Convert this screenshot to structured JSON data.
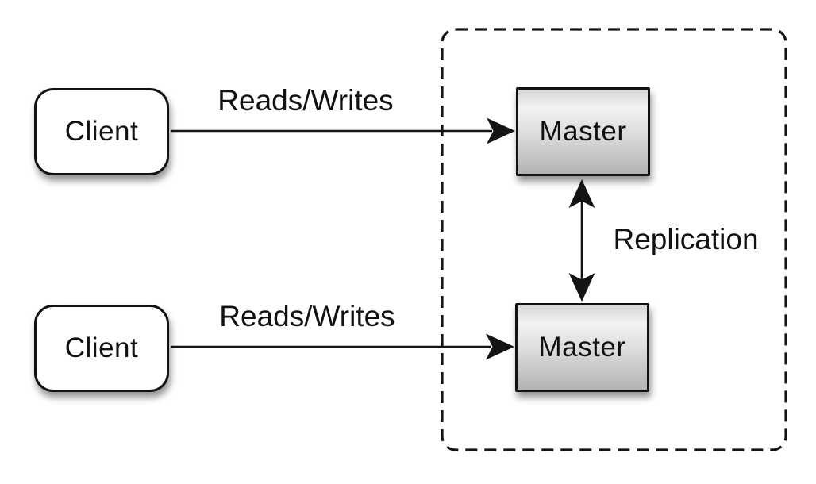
{
  "diagram": {
    "type": "architecture-diagram",
    "topic": "master-master-replication",
    "nodes": {
      "client_top": {
        "label": "Client",
        "shape": "rounded-rectangle",
        "fill": "#ffffff"
      },
      "client_bottom": {
        "label": "Client",
        "shape": "rounded-rectangle",
        "fill": "#ffffff"
      },
      "master_top": {
        "label": "Master",
        "shape": "rectangle",
        "fill_gradient": [
          "#f2f2f2",
          "#b3b3b3"
        ]
      },
      "master_bottom": {
        "label": "Master",
        "shape": "rectangle",
        "fill_gradient": [
          "#f2f2f2",
          "#b3b3b3"
        ]
      }
    },
    "edges": {
      "reads_writes_top": {
        "label": "Reads/Writes",
        "from": "client_top",
        "to": "master_top",
        "direction": "single-arrow"
      },
      "reads_writes_bottom": {
        "label": "Reads/Writes",
        "from": "client_bottom",
        "to": "master_bottom",
        "direction": "single-arrow"
      },
      "replication": {
        "label": "Replication",
        "from": "master_top",
        "to": "master_bottom",
        "direction": "double-arrow"
      }
    },
    "container": {
      "style": "dashed-rounded-rectangle",
      "encloses": [
        "master_top",
        "master_bottom"
      ]
    },
    "colors": {
      "background": "#ffffff",
      "line": "#141414",
      "text": "#111111",
      "node_border": "#121212"
    }
  }
}
